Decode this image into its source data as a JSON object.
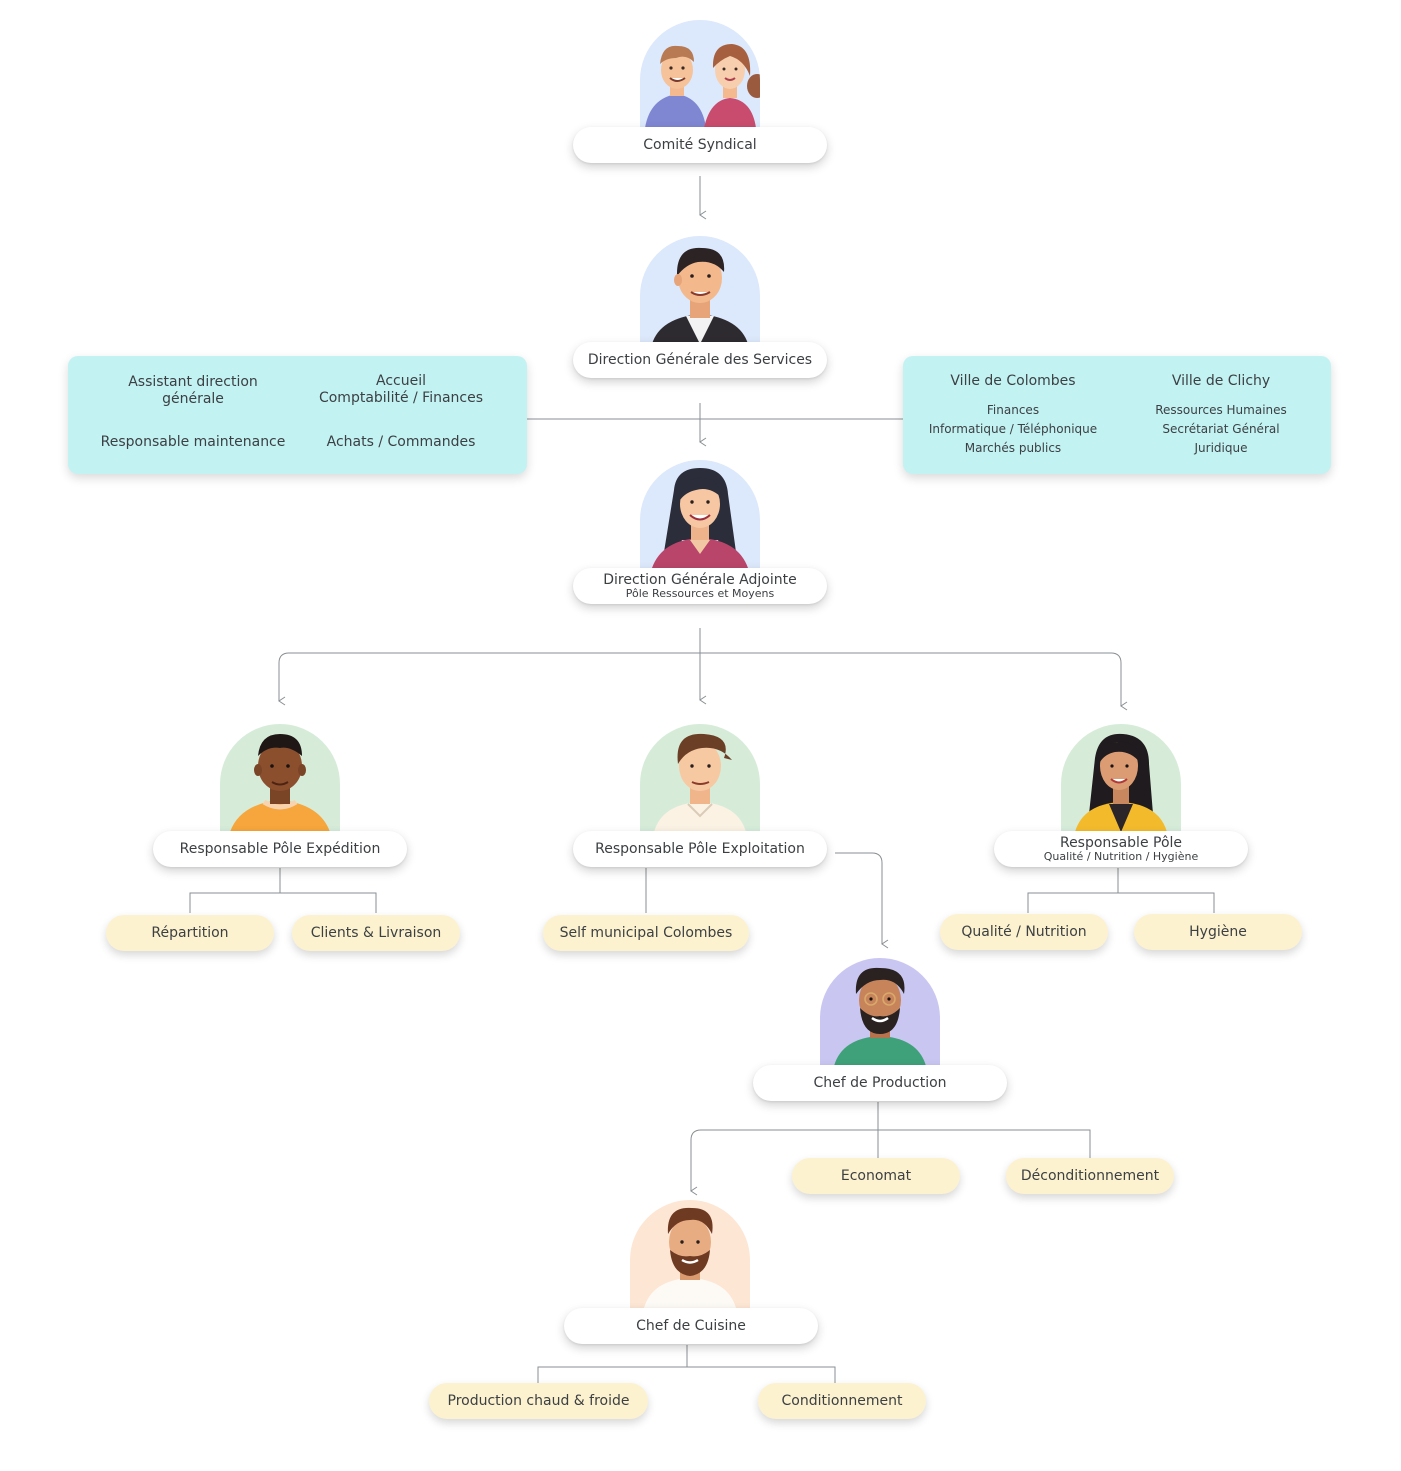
{
  "nodes": {
    "comite": {
      "title": "Comité Syndical"
    },
    "dgs": {
      "title": "Direction Générale des Services"
    },
    "dga": {
      "title": "Direction Générale Adjointe",
      "subtitle": "Pôle Ressources et Moyens"
    },
    "expedition": {
      "title": "Responsable Pôle Expédition"
    },
    "exploitation": {
      "title": "Responsable Pôle Exploitation"
    },
    "qualite": {
      "title": "Responsable Pôle",
      "subtitle": "Qualité / Nutrition / Hygiène"
    },
    "production": {
      "title": "Chef de Production"
    },
    "cuisine": {
      "title": "Chef de Cuisine"
    }
  },
  "left_box": {
    "assistant": "Assistant direction\ngénérale",
    "accueil": "Accueil\nComptabilité / Finances",
    "maintenance": "Responsable maintenance",
    "achats": "Achats / Commandes"
  },
  "right_box": {
    "colombes": {
      "title": "Ville de Colombes",
      "items": "Finances\nInformatique / Téléphonique\nMarchés publics"
    },
    "clichy": {
      "title": "Ville de Clichy",
      "items": "Ressources Humaines\nSecrétariat Général\nJuridique"
    }
  },
  "pills": {
    "repartition": "Répartition",
    "clients": "Clients & Livraison",
    "self": "Self municipal Colombes",
    "qualite_nutrition": "Qualité / Nutrition",
    "hygiene": "Hygiène",
    "economat": "Economat",
    "deconditionnement": "Déconditionnement",
    "production_chaud": "Production chaud & froide",
    "conditionnement": "Conditionnement"
  },
  "colors": {
    "line": "#8a8f93",
    "info_box": "#c3f2f3",
    "pill": "#fdf2cf",
    "avatar_blue": "#dce8fb",
    "avatar_green": "#d6ecd9",
    "avatar_purple": "#c9c7f1",
    "avatar_peach": "#fde6d4"
  }
}
